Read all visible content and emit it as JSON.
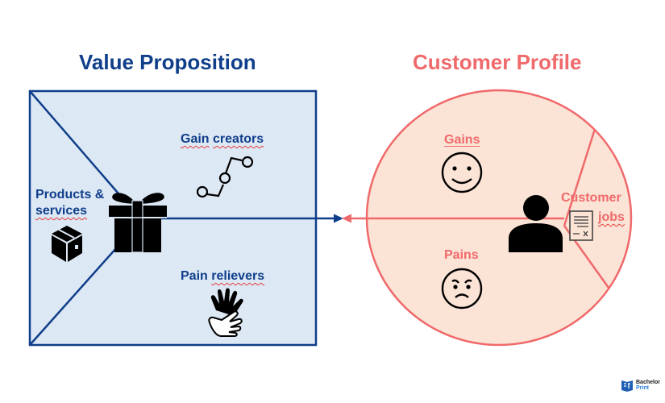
{
  "value_proposition": {
    "title": "Value Proposition",
    "sections": {
      "products_services": {
        "line1": "Products &",
        "line2": "services",
        "icon": "box-icon"
      },
      "gain_creators": {
        "label_word1": "Gain",
        "label_word2": "creators",
        "icon": "growth-chart-icon"
      },
      "pain_relievers": {
        "label_word1": "Pain",
        "label_word2": "relievers",
        "icon": "hands-icon"
      },
      "center_icon": "gift-icon"
    }
  },
  "customer_profile": {
    "title": "Customer Profile",
    "sections": {
      "gains": {
        "label": "Gains",
        "icon": "smiley-face-icon"
      },
      "pains": {
        "label": "Pains",
        "icon": "angry-face-icon"
      },
      "customer_jobs": {
        "line1": "Customer",
        "line2": "jobs",
        "icon": "document-icon"
      },
      "center_icon": "person-icon"
    }
  },
  "connector": {
    "description": "fit arrows"
  },
  "branding": {
    "line1": "Bachelor",
    "line2": "Print"
  },
  "colors": {
    "value_blue": "#0f3e8a",
    "value_fill": "#dde8f5",
    "customer_pink": "#f0696b",
    "customer_fill": "#fbe3d6"
  }
}
